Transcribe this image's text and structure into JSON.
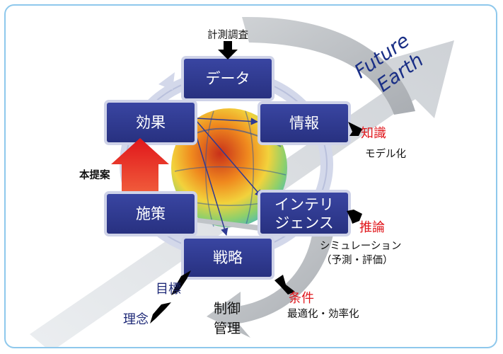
{
  "future_earth": {
    "line1": "Future",
    "line2": "Earth"
  },
  "boxes": {
    "data": "データ",
    "info": "情報",
    "intelligence_line1": "インテリ",
    "intelligence_line2": "ジェンス",
    "strategy": "戦略",
    "measure": "施策",
    "effect": "効果"
  },
  "labels": {
    "survey": "計測調査",
    "knowledge": "知識",
    "model": "モデル化",
    "inference": "推論",
    "simulation": "シミュレーション",
    "prediction": "（予測・評価）",
    "conditions": "条件",
    "optimization": "最適化・効率化",
    "control_line1": "制御",
    "control_line2": "管理",
    "goal": "目標",
    "philosophy": "理念",
    "proposal": "本提案"
  },
  "colors": {
    "box_fill": "#2f3a93",
    "box_border": "#cfd3e8",
    "accent_red": "#e0161b",
    "navy_text": "#1f2a78",
    "frame_border": "#8ec8ec"
  }
}
